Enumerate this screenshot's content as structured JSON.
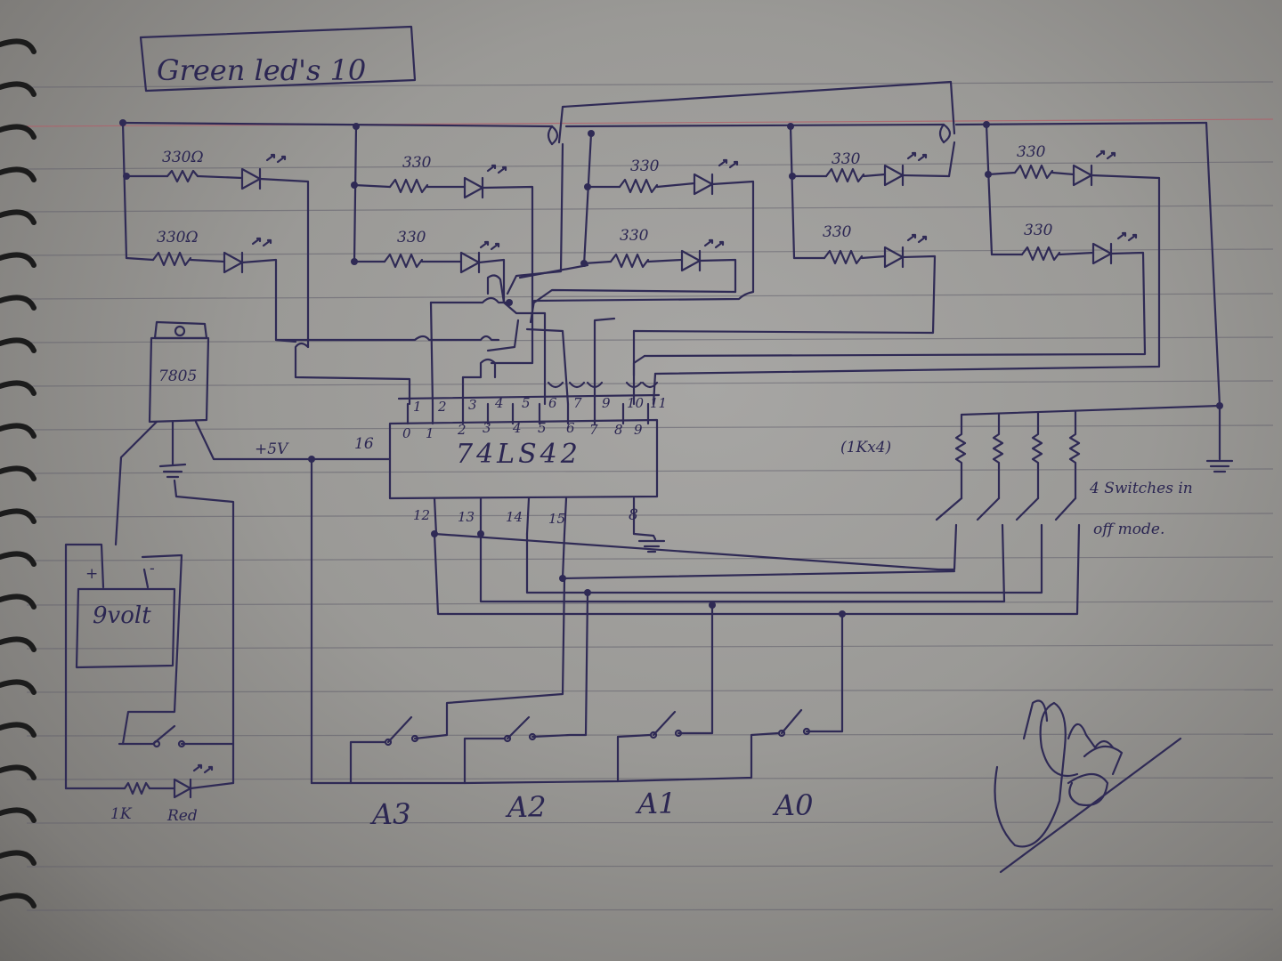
{
  "title": "Green led's 10",
  "resistor_labels": [
    "330Ω",
    "330Ω",
    "330",
    "330",
    "330",
    "330",
    "330",
    "330",
    "330",
    "330"
  ],
  "regulator": {
    "label": "7805"
  },
  "battery": {
    "label": "9volt",
    "plus": "+",
    "minus": "-"
  },
  "supply_label": "+5V",
  "pin16_label": "16",
  "ic": {
    "name": "74LS42",
    "output_labels": [
      "0",
      "1",
      "2",
      "3",
      "4",
      "5",
      "6",
      "7",
      "8",
      "9"
    ],
    "top_pins": [
      "1",
      "2",
      "3",
      "4",
      "5",
      "6",
      "7",
      "9",
      "10",
      "11"
    ],
    "bottom_pins": [
      "12",
      "13",
      "14",
      "15"
    ],
    "gnd_pin": "8"
  },
  "resistor_pack_label": "(1Kx4)",
  "switch_note_line1": "4 Switches in",
  "switch_note_line2": "off mode.",
  "power_led": {
    "resistor": "1K",
    "color": "Red"
  },
  "inputs": [
    "A3",
    "A2",
    "A1",
    "A0"
  ],
  "colors": {
    "ink": "#2f2a55",
    "paper": "#9a9996",
    "margin_red": "#b0606a"
  }
}
